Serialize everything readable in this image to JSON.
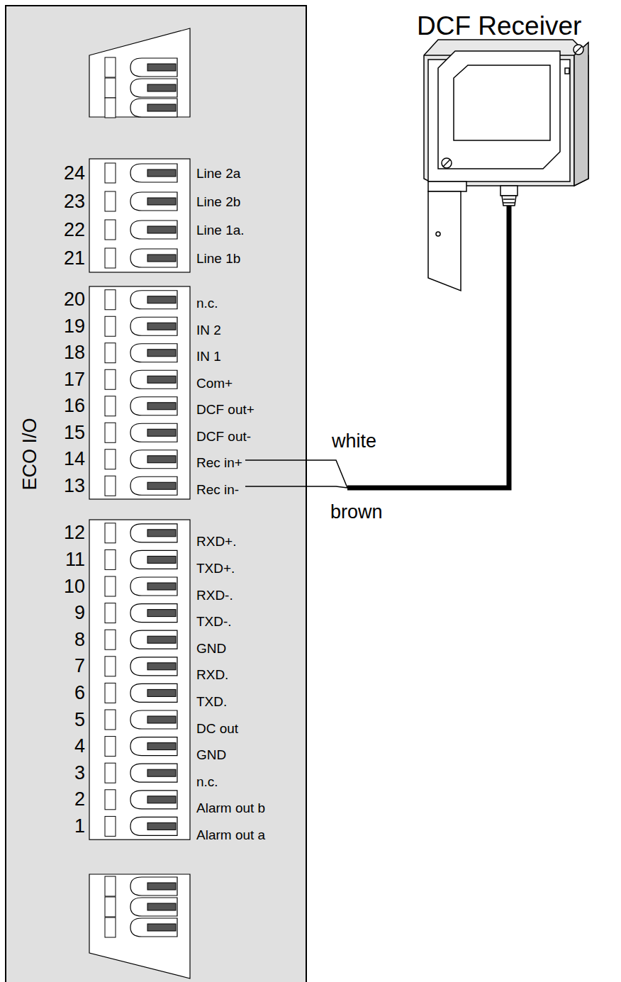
{
  "diagram": {
    "title": "DCF Receiver",
    "labels": [
      "24",
      "Line 2a",
      "23",
      "Line 2b",
      "22",
      "Line 1a.",
      "21",
      "Line 1b",
      "20",
      "n.c.",
      "19",
      "IN 2",
      "18",
      "IN 1",
      "17",
      "Com+",
      "16",
      "DCF out+",
      "15",
      "DCF out-",
      "14",
      "Rec in+",
      "13",
      "Rec in-",
      "12",
      "RXD+.",
      "11",
      "TXD+.",
      "10",
      "RXD-.",
      "9",
      "TXD-.",
      "8",
      "GND",
      "7",
      "RXD.",
      "6",
      "TXD.",
      "5",
      "DC out",
      "4",
      "GND",
      "3",
      "n.c.",
      "2",
      "Alarm out b",
      "1",
      "Alarm out a",
      "ECO I/O",
      "white",
      "brown"
    ]
  }
}
